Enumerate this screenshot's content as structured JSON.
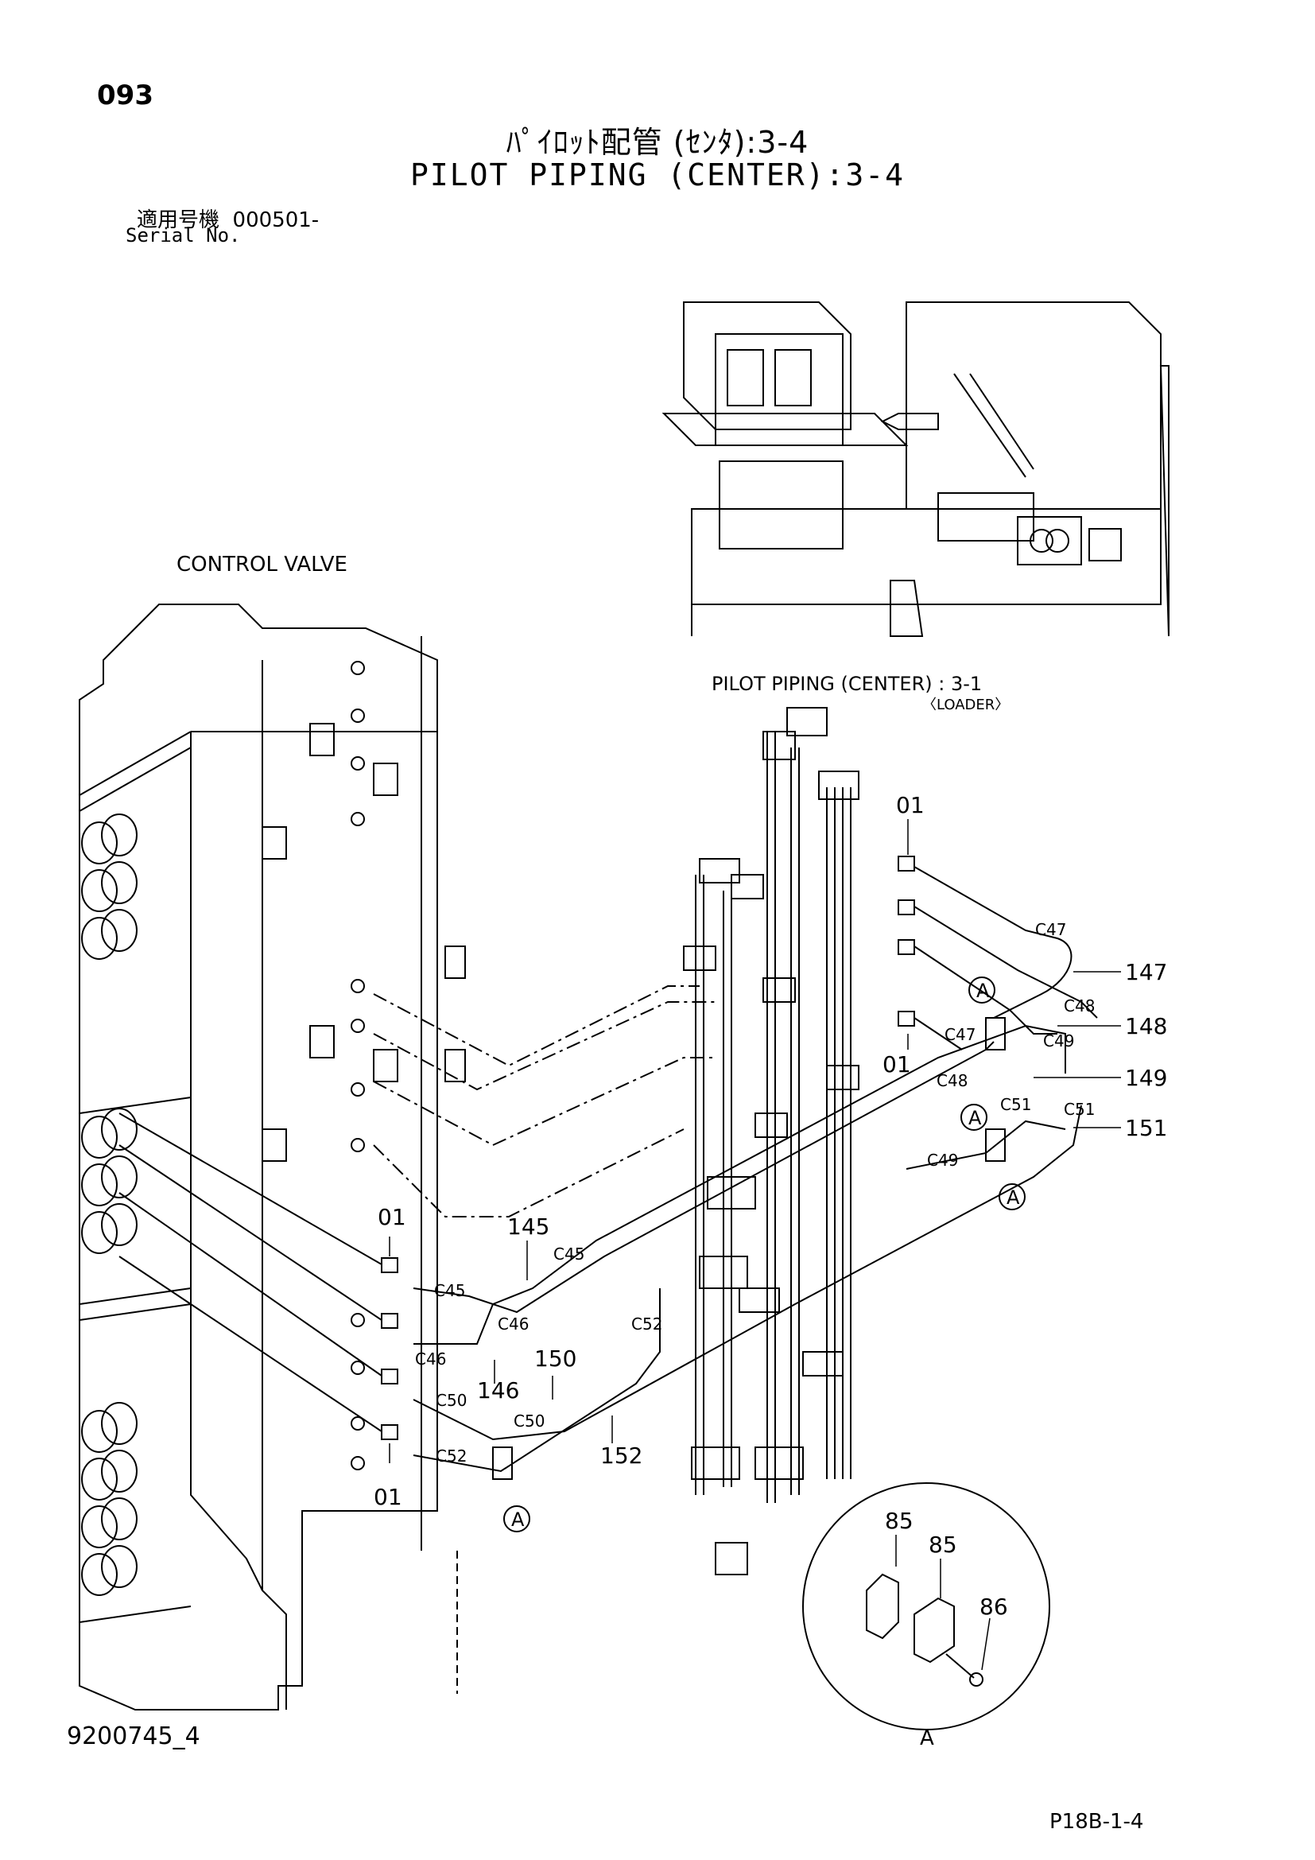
{
  "header": {
    "page_number": "093",
    "title_jp": "ﾊﾟｲﾛｯﾄ配管 (ｾﾝﾀ):3-4",
    "title_en": "PILOT PIPING (CENTER):3-4",
    "serial_label_jp": "適用号機",
    "serial_value": "000501-",
    "serial_label_en": "Serial No."
  },
  "footer": {
    "drawing_number": "9200745_4",
    "page_ref": "P18B-1-4"
  },
  "diagram": {
    "control_valve_label": "CONTROL VALVE",
    "ref_label": "PILOT PIPING (CENTER) : 3-1",
    "ref_sub_label": "〈LOADER〉",
    "detail_label": "A",
    "callouts": {
      "p01a": "01",
      "p01b": "01",
      "p01c": "01",
      "p01d": "01",
      "p145": "145",
      "p146": "146",
      "p147": "147",
      "p148": "148",
      "p149": "149",
      "p150": "150",
      "p151": "151",
      "p152": "152",
      "p85a": "85",
      "p85b": "85",
      "p86": "86",
      "c45a": "C45",
      "c45b": "C45",
      "c46a": "C46",
      "c46b": "C46",
      "c47a": "C47",
      "c47b": "C47",
      "c48a": "C48",
      "c48b": "C48",
      "c49a": "C49",
      "c49b": "C49",
      "c50a": "C50",
      "c50b": "C50",
      "c51a": "C51",
      "c51b": "C51",
      "c52a": "C52",
      "c52b": "C52",
      "markerA": "A"
    }
  }
}
